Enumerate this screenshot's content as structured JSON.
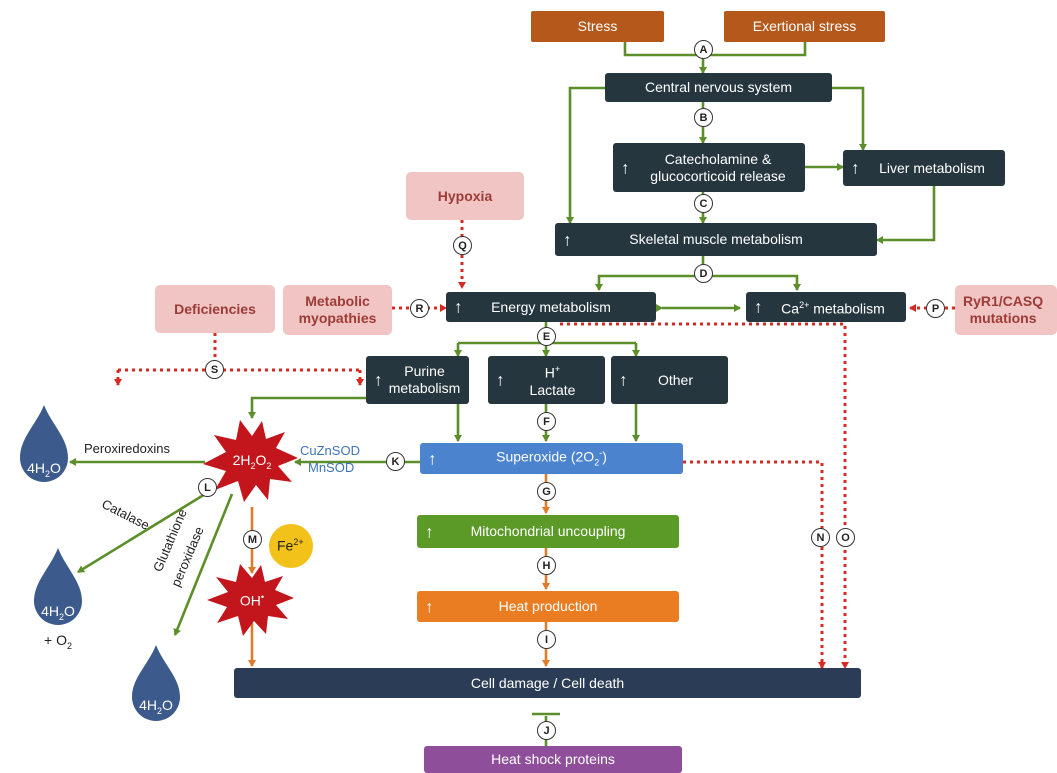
{
  "nodes": {
    "stress": "Stress",
    "exertional_stress": "Exertional stress",
    "cns": "Central nervous system",
    "catecholamine_l1": "Catecholamine &",
    "catecholamine_l2": "glucocorticoid release",
    "liver": "Liver metabolism",
    "skeletal": "Skeletal muscle metabolism",
    "hypoxia": "Hypoxia",
    "deficiencies": "Deficiencies",
    "metabolic_l1": "Metabolic",
    "metabolic_l2": "myopathies",
    "energy": "Energy metabolism",
    "ca_base": "Ca",
    "ca_sup": "2+",
    "ca_rest": " metabolism",
    "ryr_l1": "RyR1/CASQ",
    "ryr_l2": "mutations",
    "purine_l1": "Purine",
    "purine_l2": "metabolism",
    "h_base": "H",
    "h_sup": "+",
    "lactate": "Lactate",
    "other": "Other",
    "superoxide": "Superoxide (2O",
    "superoxide_sub": "2",
    "superoxide_sup": "-",
    "superoxide_end": ")",
    "mito": "Mitochondrial uncoupling",
    "heat": "Heat production",
    "cell_damage": "Cell damage / Cell death",
    "hsp": "Heat shock proteins",
    "h2o2_pre": "2H",
    "h2o2_sub1": "2",
    "h2o2_mid": "O",
    "h2o2_sub2": "2",
    "oh": "OH",
    "oh_sup": "•",
    "fe": "Fe",
    "fe_sup": "2+"
  },
  "labels": {
    "peroxiredoxins": "Peroxiredoxins",
    "catalase": "Catalase",
    "glutathione": "Glutathione",
    "peroxidase": "peroxidase",
    "cuznsod": "CuZnSOD",
    "mnsod": "MnSOD",
    "plus_o2_pre": "+ O",
    "plus_o2_sub": "2"
  },
  "drops": {
    "water_pre": "4H",
    "water_sub": "2",
    "water_post": "O"
  },
  "steps": [
    "A",
    "B",
    "C",
    "D",
    "E",
    "F",
    "G",
    "H",
    "I",
    "J",
    "K",
    "L",
    "M",
    "N",
    "O",
    "P",
    "Q",
    "R",
    "S"
  ],
  "colors": {
    "dark": "#26363f",
    "brown": "#b4581b",
    "pink": "#f0c5c3",
    "green_arrow": "#5c8f2a",
    "red_dotted": "#d62b25",
    "orange_arrow": "#e07b2a",
    "blue": "#4b83cf",
    "drop": "#3d5a8c",
    "burst": "#c3151c",
    "fe": "#f2c21b"
  }
}
